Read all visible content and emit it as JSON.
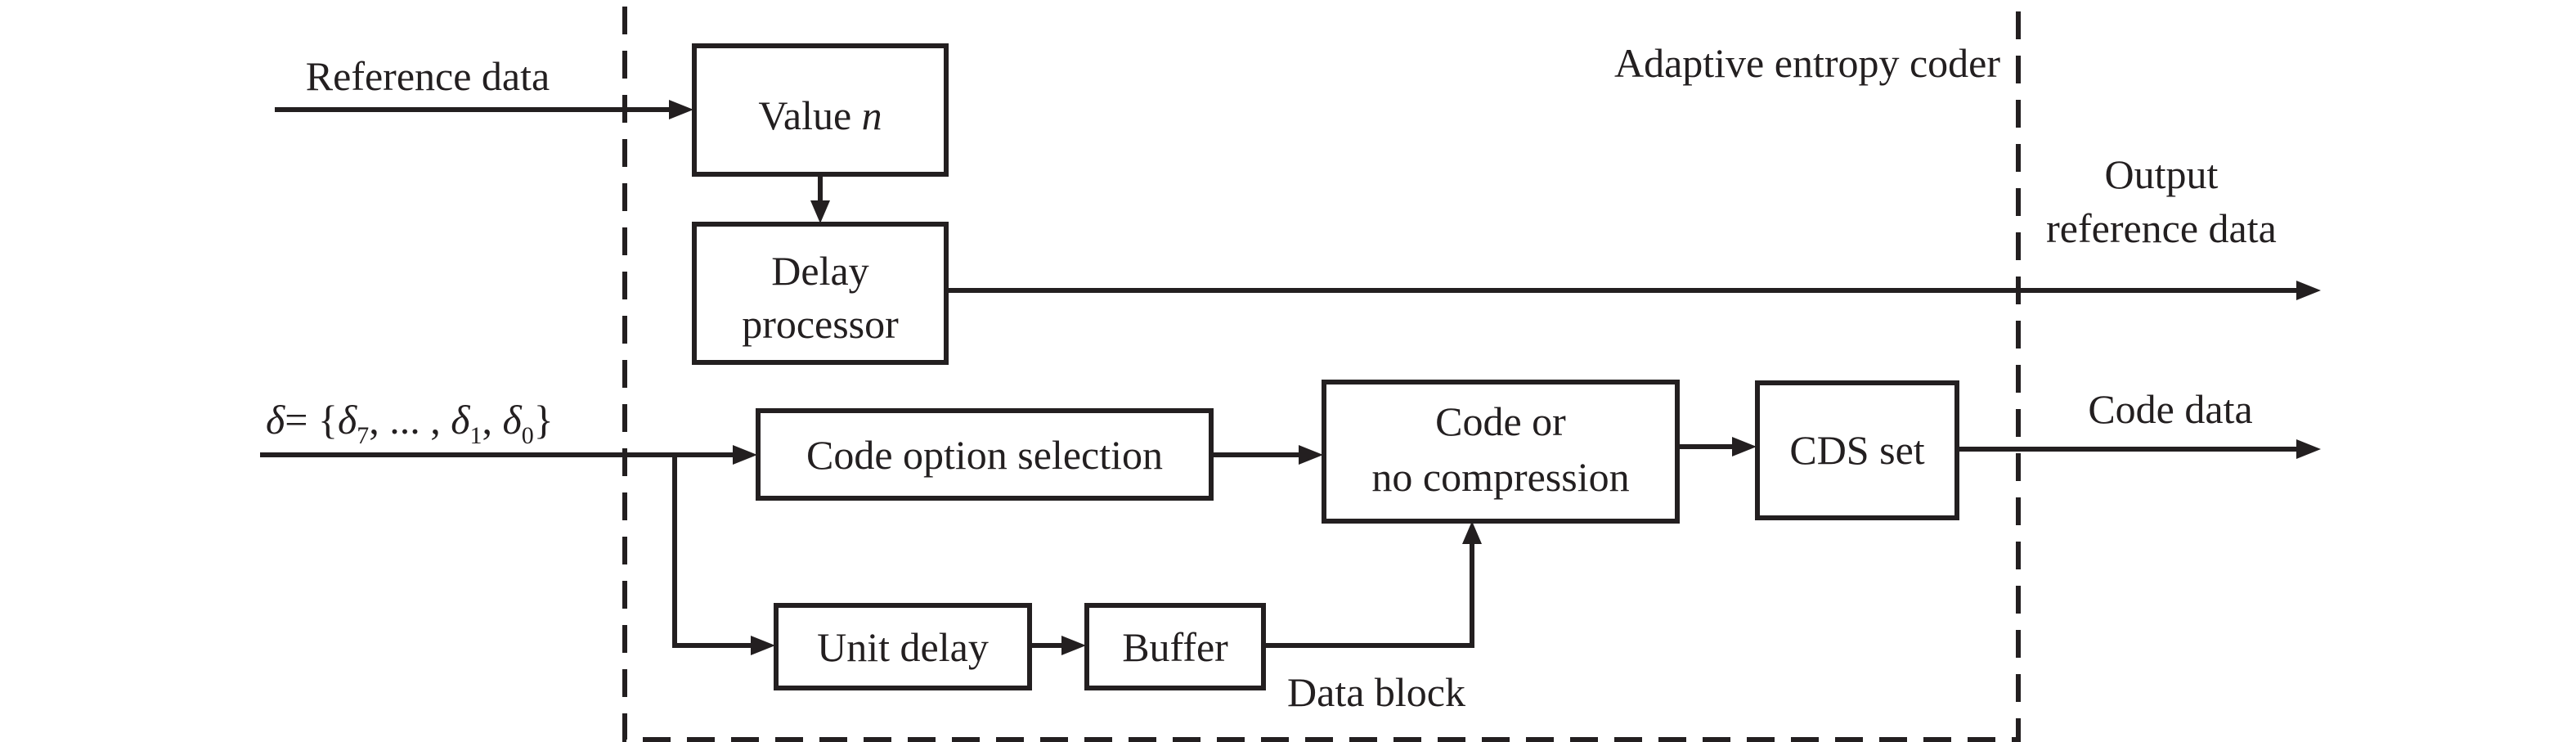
{
  "diagram": {
    "container_title": "Adaptive entropy coder",
    "inputs": {
      "reference": "Reference data",
      "delta": {
        "symbol": "δ",
        "equals": "= {",
        "sub_high": "7",
        "ellipsis": ", ... , ",
        "sub_one": "1",
        "sub_zero": "0",
        "comma": ", ",
        "close": "}"
      }
    },
    "blocks": {
      "value_n": {
        "text": "Value ",
        "var": "n"
      },
      "delay_processor": {
        "line1": "Delay",
        "line2": "processor"
      },
      "code_option_selection": "Code option selection",
      "code_or_no_compression": {
        "line1": "Code or",
        "line2": "no compression"
      },
      "cds_set": "CDS set",
      "unit_delay": "Unit delay",
      "buffer": "Buffer"
    },
    "labels": {
      "data_block": "Data block"
    },
    "outputs": {
      "reference": {
        "line1": "Output",
        "line2": "reference data"
      },
      "code": "Code data"
    }
  }
}
